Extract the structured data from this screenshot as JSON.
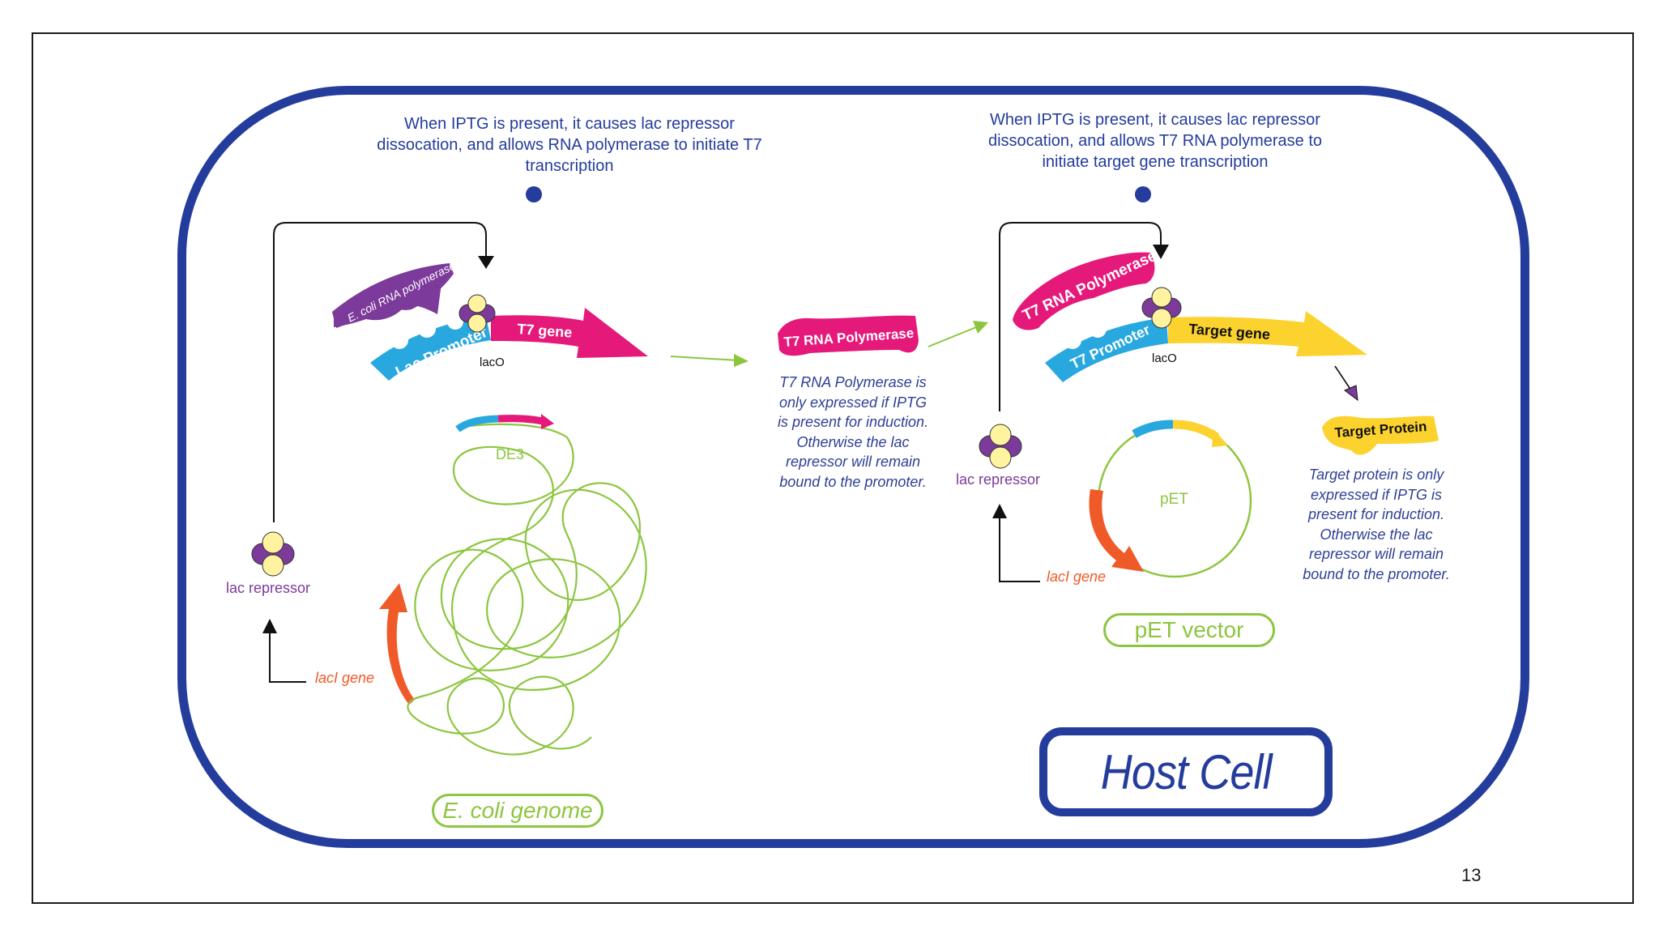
{
  "slide": {
    "page_number": "13"
  },
  "left": {
    "note": "When IPTG is present, it causes lac repressor dissocation, and allows RNA polymerase to initiate T7 transcription",
    "polymerase": "E. coli RNA polymerase",
    "promoter": "Lac Promoter",
    "gene": "T7 gene",
    "operator": "lacO",
    "repressor": "lac repressor",
    "lacI": "lacI gene",
    "de3": "DE3",
    "genome": "E. coli genome"
  },
  "middle": {
    "protein": "T7 RNA Polymerase",
    "note": "T7 RNA Polymerase is only expressed if IPTG is present for induction. Otherwise the lac repressor will remain bound to the promoter."
  },
  "right": {
    "note": "When IPTG is present, it causes lac repressor dissocation, and allows T7 RNA polymerase to initiate target gene transcription",
    "polymerase": "T7 RNA Polymerase",
    "promoter": "T7 Promoter",
    "gene": "Target gene",
    "operator": "lacO",
    "repressor": "lac repressor",
    "lacI": "lacI gene",
    "plasmid": "pET",
    "vector": "pET vector",
    "protein": "Target Protein",
    "protein_note": "Target protein is only expressed if IPTG is present for induction. Otherwise the lac repressor will remain bound to the promoter."
  },
  "host_cell": "Host Cell",
  "colors": {
    "cell_border": "#243c9c",
    "text_blue": "#243c9c",
    "purple": "#7c3a9a",
    "cyan": "#29a8e0",
    "magenta": "#e5197a",
    "yellow": "#fcd22e",
    "orange": "#f05a28",
    "green": "#8cc63f"
  }
}
